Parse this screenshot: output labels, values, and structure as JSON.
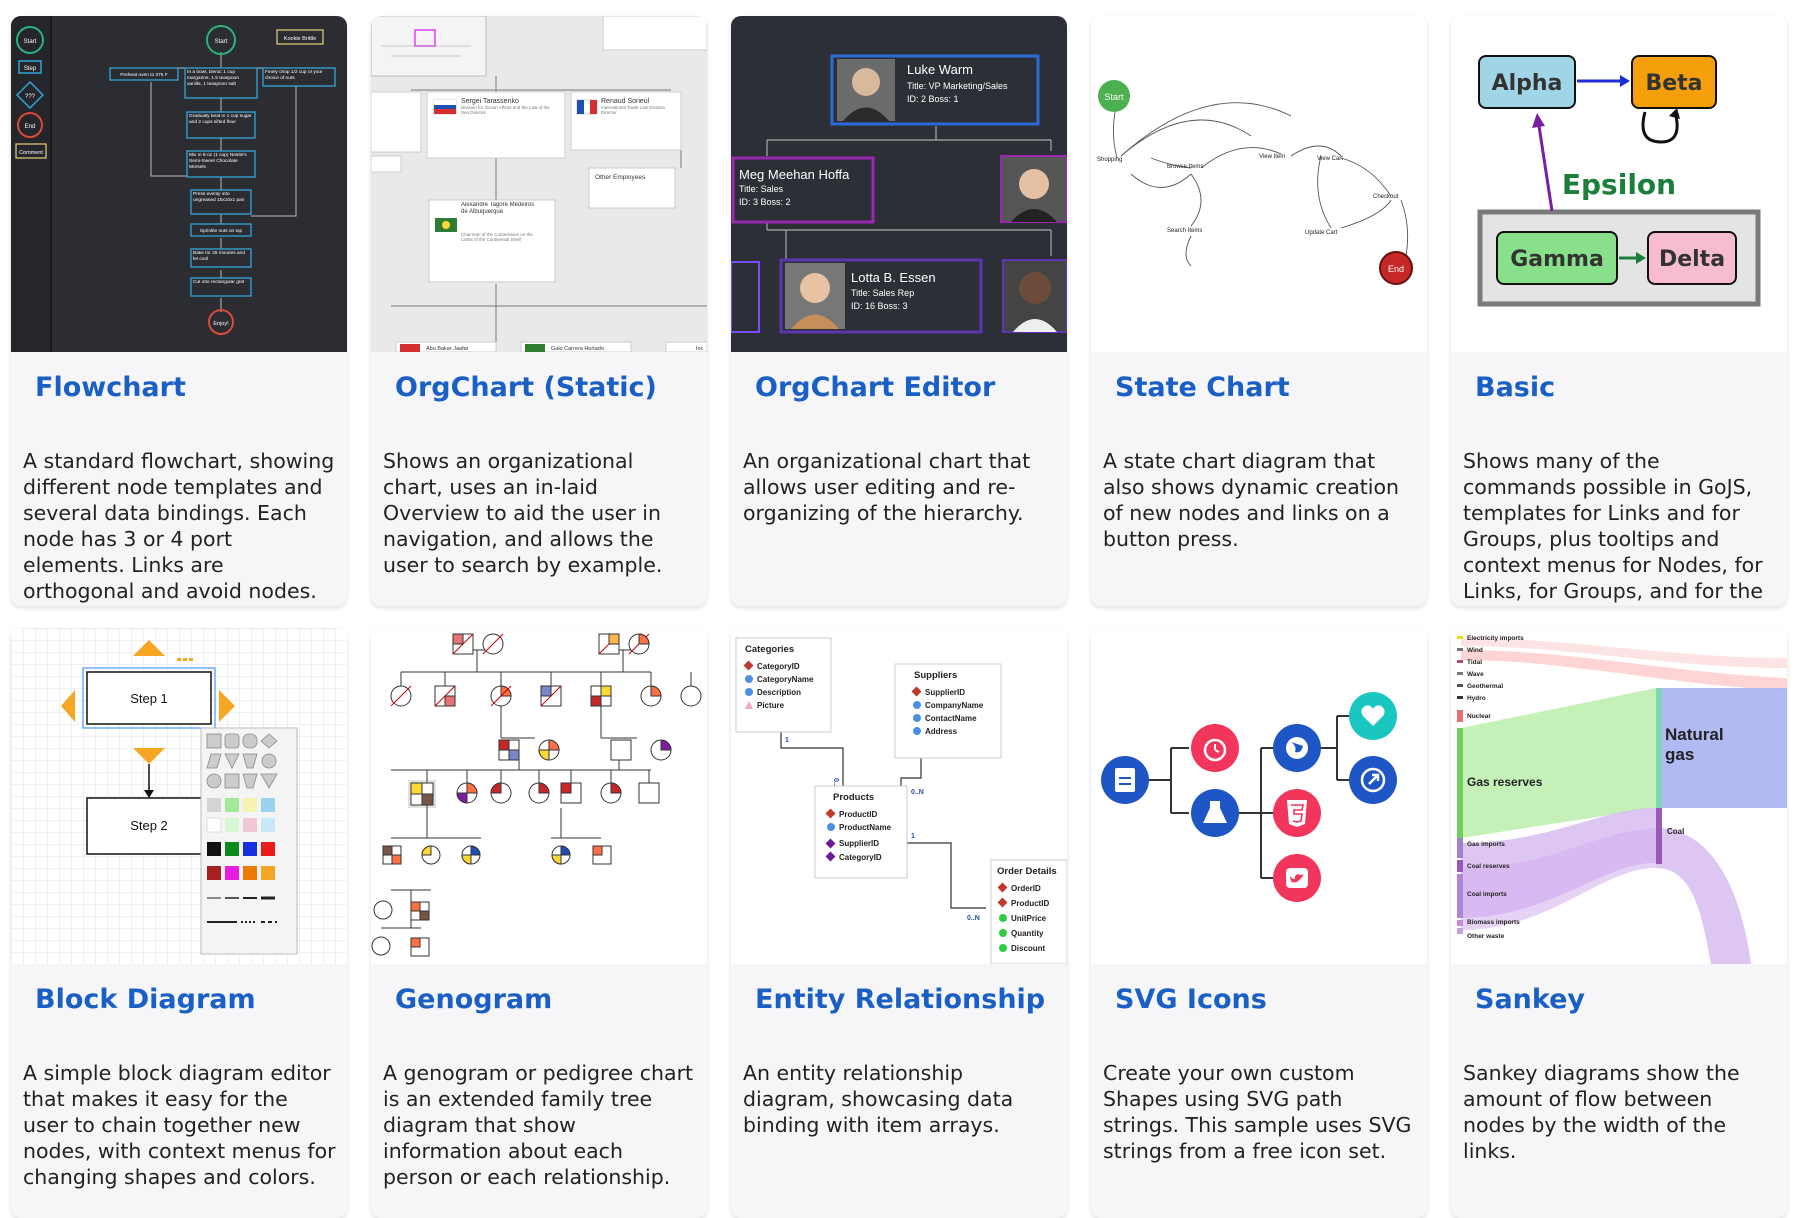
{
  "cards": [
    {
      "title": "Flowchart",
      "description": "A standard flowchart, showing different node templates and several data bindings. Each node has 3 or 4 port elements. Links are orthogonal and avoid nodes."
    },
    {
      "title": "OrgChart (Static)",
      "description": "Shows an organizational chart, uses an in-laid Overview to aid the user in navigation, and allows the user to search by example."
    },
    {
      "title": "OrgChart Editor",
      "description": "An organizational chart that allows user editing and re-organizing of the hierarchy."
    },
    {
      "title": "State Chart",
      "description": "A state chart diagram that also shows dynamic creation of new nodes and links on a button press."
    },
    {
      "title": "Basic",
      "description": "Shows many of the commands possible in GoJS, templates for Links and for Groups, plus tooltips and context menus for Nodes, for Links, for Groups, and for the Diagram."
    },
    {
      "title": "Block Diagram",
      "description": "A simple block diagram editor that makes it easy for the user to chain together new nodes, with context menus for changing shapes and colors."
    },
    {
      "title": "Genogram",
      "description": "A genogram or pedigree chart is an extended family tree diagram that show information about each person or each relationship."
    },
    {
      "title": "Entity Relationship",
      "description": "An entity relationship diagram, showcasing data binding with item arrays."
    },
    {
      "title": "SVG Icons",
      "description": "Create your own custom Shapes using SVG path strings. This sample uses SVG strings from a free icon set."
    },
    {
      "title": "Sankey",
      "description": "Sankey diagrams show the amount of flow between nodes by the width of the links."
    }
  ],
  "thumbs": {
    "flowchart": {
      "side": [
        "Start",
        "Step",
        "???",
        "End",
        "Comment"
      ],
      "start": "Start",
      "note": "Kookie Brittle",
      "left": "Preheat oven to 375 F",
      "mid": "In a bowl, blend: 1 cup margarine, 1.5 teaspoon vanilla, 1 teaspoon salt",
      "right": "Finely chop 1/2 cup of your choice of nuts",
      "s1": "Gradually beat in 1 cup sugar and 2 cups sifted flour",
      "s2": "Mix in 6-oz (1 cup) Nestle's Semi-Sweet Chocolate Morsels",
      "s3": "Press evenly into ungreased 15x10x1 pan",
      "s4": "Sprinkle nuts on top",
      "s5": "Bake for 25 minutes and let cool",
      "s6": "Cut into rectangular grid",
      "end": "Enjoy!"
    },
    "orgstatic": {
      "n1": "Sergei Tarassenko",
      "n1s": "Division for Ocean Affairs and the Law of the Sea Director",
      "n2": "Renaud Sorieul",
      "n2s": "International Trade Law Division Director",
      "n3": "Alexandre Tagore Medeiros de Albuquerque",
      "n3s": "Chairman of the Commission on the Limits of the Continental Shelf",
      "other": "Other Employees",
      "b1": "Abu Bakar Jaafar",
      "b2": "Galo Carrera Hurtado",
      "b3": "Inc"
    },
    "orgeditor": {
      "p1": {
        "name": "Luke Warm",
        "title": "Title: VP Marketing/Sales",
        "id": "ID: 2  Boss: 1"
      },
      "p2": {
        "name": "Meg Meehan Hoffa",
        "title": "Title: Sales",
        "id": "ID: 3  Boss: 2"
      },
      "p3": {
        "name": "Lotta B. Essen",
        "title": "Title:      Sales Rep",
        "id": "ID: 16     Boss: 3"
      }
    },
    "statechart": {
      "start": "Start",
      "end": "End",
      "shopping": "Shopping",
      "browse": "Browse Items",
      "search": "Search Items",
      "view": "View Item",
      "cart": "View Cart",
      "update": "Update Cart",
      "checkout": "Checkout"
    },
    "basic": {
      "alpha": "Alpha",
      "beta": "Beta",
      "epsilon": "Epsilon",
      "gamma": "Gamma",
      "delta": "Delta"
    },
    "block": {
      "step1": "Step 1",
      "step2": "Step 2"
    },
    "entity": {
      "categories": "Categories",
      "cat_items": [
        "CategoryID",
        "CategoryName",
        "Description",
        "Picture"
      ],
      "suppliers": "Suppliers",
      "sup_items": [
        "SupplierID",
        "CompanyName",
        "ContactName",
        "Address"
      ],
      "products": "Products",
      "prod_items": [
        "ProductID",
        "ProductName",
        "SupplierID",
        "CategoryID"
      ],
      "orders": "Order Details",
      "ord_items": [
        "OrderID",
        "ProductID",
        "UnitPrice",
        "Quantity",
        "Discount"
      ]
    },
    "sankey": {
      "labels": [
        "Electricity imports",
        "Wind",
        "Tidal",
        "Wave",
        "Geothermal",
        "Hydro",
        "Nuclear",
        "Gas reserves",
        "Gas imports",
        "Coal reserves",
        "Coal imports",
        "Biomass imports",
        "Other waste"
      ],
      "natural": "Natural",
      "gas": "gas",
      "coal": "Coal"
    }
  }
}
